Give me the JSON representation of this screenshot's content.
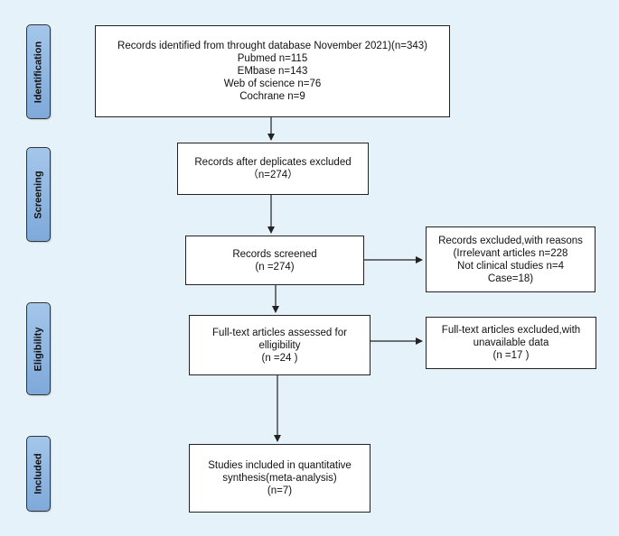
{
  "stages": {
    "identification": "Identification",
    "screening": "Screening",
    "eligibility": "Eligibility",
    "included": "Included"
  },
  "boxes": {
    "identified": {
      "line1": "Records identified from throught database November 2021)(n=343)",
      "line2": "Pubmed n=115",
      "line3": "EMbase n=143",
      "line4": "Web of science n=76",
      "line5": "Cochrane n=9"
    },
    "deduplicated": {
      "line1": "Records after deplicates excluded",
      "line2": "（n=274）"
    },
    "screened": {
      "line1": "Records screened",
      "line2": "(n =274)"
    },
    "excluded_reasons": {
      "line1": "Records excluded,with reasons",
      "line2": "(Irrelevant articles n=228",
      "line3": "Not clinical studies n=4",
      "line4": "Case=18)"
    },
    "fulltext": {
      "line1": "Full-text articles assessed for",
      "line2": "elligibility",
      "line3": "(n =24 )"
    },
    "fulltext_excluded": {
      "line1": "Full-text articles excluded,with",
      "line2": "unavailable data",
      "line3": "(n =17 )"
    },
    "included": {
      "line1": "Studies included in quantitative",
      "line2": "synthesis(meta-analysis)",
      "line3": "(n=7)"
    }
  },
  "colors": {
    "background": "#e6f2f9",
    "stage_fill": "#8fb5e0",
    "box_fill": "#ffffff",
    "line": "#222222"
  }
}
